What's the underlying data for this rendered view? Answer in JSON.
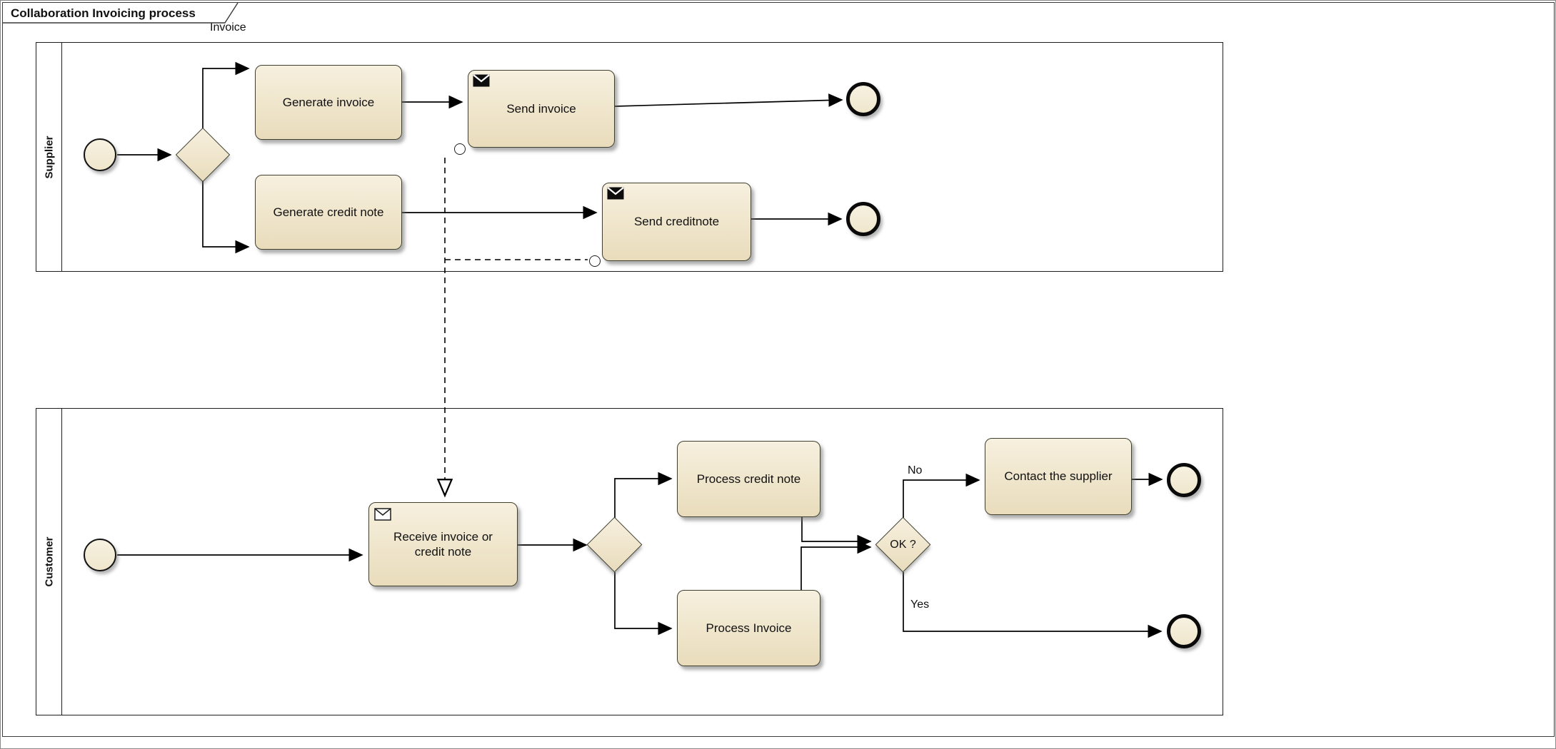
{
  "title": "Collaboration Invoicing process",
  "pool": {
    "name": "Invoice"
  },
  "lanes": {
    "supplier": "Supplier",
    "customer": "Customer"
  },
  "nodes": {
    "generate_invoice": "Generate invoice",
    "send_invoice": "Send invoice",
    "generate_credit_note": "Generate credit note",
    "send_creditnote": "Send creditnote",
    "receive_invoice": "Receive invoice or credit note",
    "process_credit_note": "Process credit note",
    "process_invoice": "Process Invoice",
    "contact_supplier": "Contact the supplier",
    "ok_gateway": "OK ?"
  },
  "edge_labels": {
    "no": "No",
    "yes": "Yes"
  },
  "icons": {
    "send_message": "envelope-filled-icon",
    "receive_message": "envelope-outline-icon",
    "message_source": "message-source-circle"
  },
  "colors": {
    "shape_fill_top": "#F7F0DF",
    "shape_fill_bottom": "#E9DCBC",
    "shape_border": "#3F3F2E",
    "line": "#000000"
  }
}
